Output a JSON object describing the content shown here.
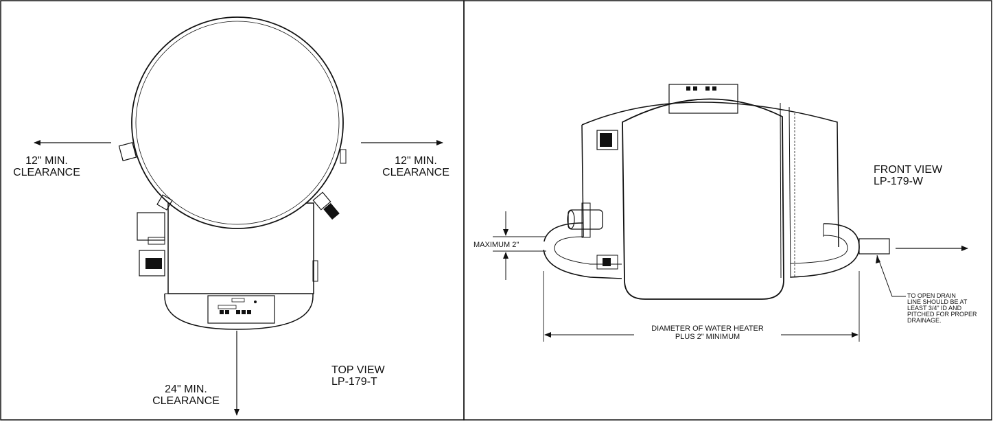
{
  "top_view": {
    "left_clearance": "12\" MIN.\nCLEARANCE",
    "right_clearance": "12\" MIN.\nCLEARANCE",
    "bottom_clearance": "24\" MIN.\nCLEARANCE",
    "view_label": "TOP VIEW\nLP-179-T"
  },
  "front_view": {
    "view_label": "FRONT VIEW\nLP-179-W",
    "maximum_label": "MAXIMUM 2\"",
    "diameter_label": "DIAMETER OF WATER HEATER\nPLUS 2\" MINIMUM",
    "drain_note": "TO OPEN DRAIN\nLINE SHOULD BE AT\nLEAST 3/4\" ID AND\nPITCHED FOR PROPER\nDRAINAGE."
  }
}
